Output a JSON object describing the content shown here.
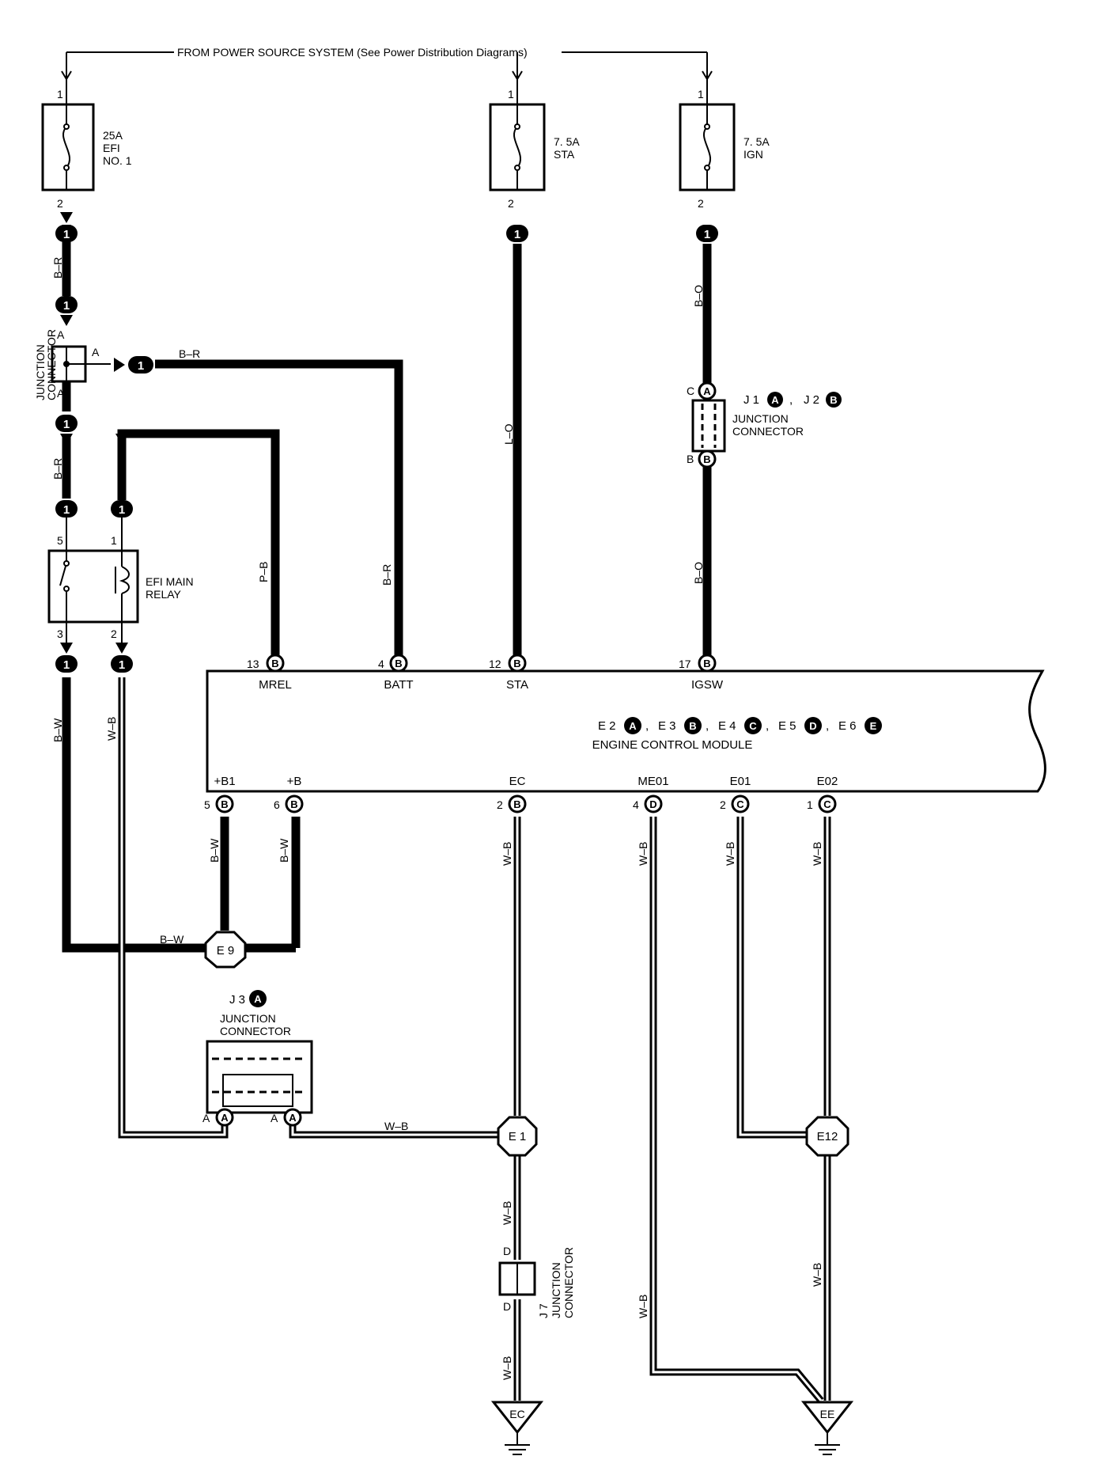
{
  "header": "FROM POWER SOURCE SYSTEM (See Power Distribution Diagrams)",
  "fuses": {
    "efi": [
      "25A",
      "EFI",
      "NO. 1"
    ],
    "sta": [
      "7. 5A",
      "STA"
    ],
    "ign": [
      "7. 5A",
      "IGN"
    ]
  },
  "pins": {
    "one": "1",
    "two": "2",
    "three": "3",
    "five": "5",
    "six": "6",
    "twelve": "12",
    "thirteen": "13",
    "four": "4",
    "seventeen": "17",
    "a": "A",
    "b": "B",
    "c": "C",
    "d": "D"
  },
  "wires": {
    "br": "B–R",
    "bw": "B–W",
    "wb": "W–B",
    "pb": "P–B",
    "lo": "L–O",
    "bo": "B–O"
  },
  "junction": {
    "vertical": [
      "JUNCTION",
      "CONNECTOR"
    ],
    "j1j2": [
      "J 1",
      "J 2"
    ],
    "j1j2_labels": [
      "JUNCTION",
      "CONNECTOR"
    ],
    "j3": "J 3",
    "j3_labels": [
      "JUNCTION",
      "CONNECTOR"
    ],
    "j7": [
      "J 7",
      "JUNCTION",
      "CONNECTOR"
    ]
  },
  "relay": [
    "EFI MAIN",
    "RELAY"
  ],
  "ecm": {
    "top_terminals": [
      "MREL",
      "BATT",
      "STA",
      "IGSW"
    ],
    "bottom_terminals": [
      "+B1",
      "+B",
      "EC",
      "ME01",
      "E01",
      "E02"
    ],
    "connectors": [
      "E 2",
      "E 3",
      "E 4",
      "E 5",
      "E 6"
    ],
    "title": "ENGINE CONTROL MODULE"
  },
  "connector_ids": {
    "a": "A",
    "b": "B",
    "c": "C",
    "d": "D",
    "e": "E"
  },
  "splices": {
    "e9": "E 9",
    "e1": "E 1",
    "e12": "E12"
  },
  "grounds": {
    "ec": "EC",
    "ee": "EE"
  },
  "separators": {
    "comma": ","
  }
}
